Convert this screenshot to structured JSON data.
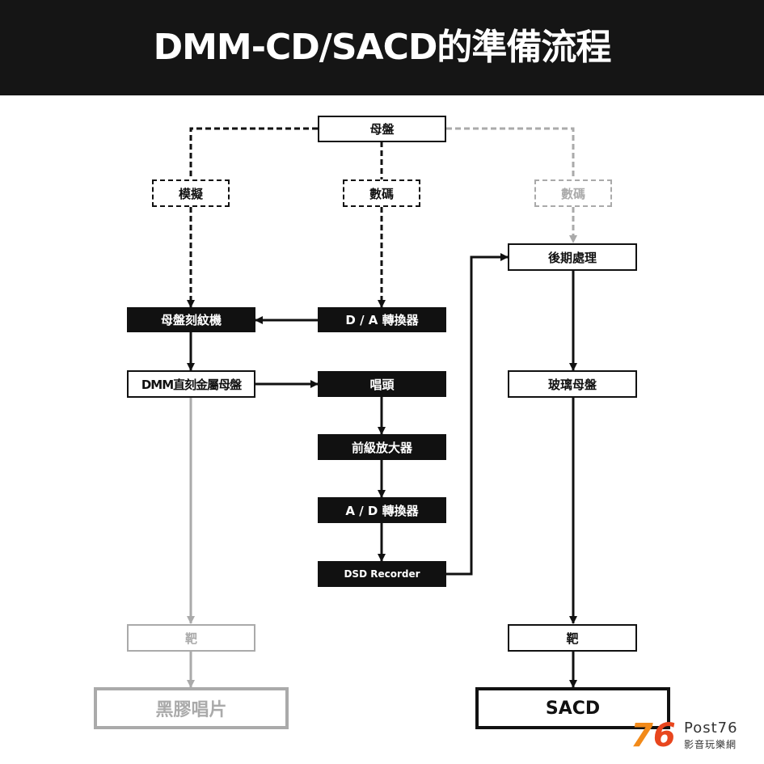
{
  "title": "DMM-CD/SACD的準備流程",
  "nodes": {
    "master": "母盤",
    "analog": "模擬",
    "digital": "數碼",
    "digital_gray": "數碼",
    "post": "後期處理",
    "cutter": "母盤刻紋機",
    "da": "D / A 轉換器",
    "dmm": "DMM直刻金屬母盤",
    "cartridge": "唱頭",
    "glass": "玻璃母盤",
    "preamp": "前級放大器",
    "ad": "A / D 轉換器",
    "dsd": "DSD Recorder",
    "target_gray": "靶",
    "target": "靶",
    "vinyl": "黑膠唱片",
    "sacd": "SACD"
  },
  "logo": {
    "number_a": "7",
    "number_b": "6",
    "word": "Post76",
    "subtitle": "影音玩樂網"
  },
  "colors": {
    "black": "#111111",
    "gray": "#aaaaaa",
    "logo_orange": "#f28a1a",
    "logo_red": "#e8461e"
  }
}
